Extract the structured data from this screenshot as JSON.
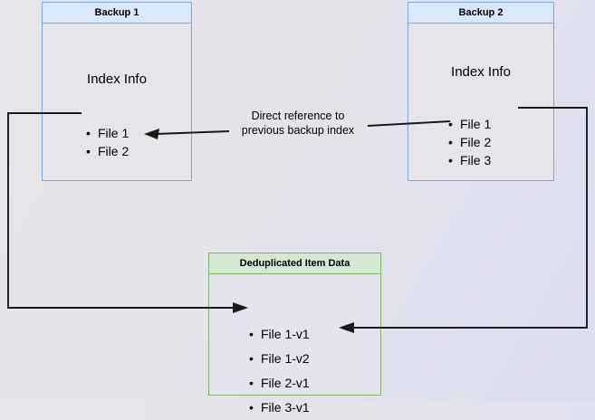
{
  "diagram": {
    "title": "Backup deduplication reference diagram",
    "colors": {
      "blue_header_fill": "#dae8fc",
      "blue_border": "#7ea6d9",
      "green_header_fill": "#d5e8d4",
      "green_border": "#82b366",
      "node_body_fill": "#e7e5ea",
      "arrow_stroke": "#1a1a1a",
      "background_start": "#e7e5e9",
      "background_end": "#dcddee"
    }
  },
  "nodes": {
    "backup1": {
      "header": "Backup 1",
      "subtitle": "Index Info",
      "items": [
        "File 1",
        "File 2"
      ]
    },
    "backup2": {
      "header": "Backup 2",
      "subtitle": "Index Info",
      "items": [
        "File 1",
        "File 2",
        "File 3"
      ]
    },
    "dedup": {
      "header": "Deduplicated Item Data",
      "items": [
        "File 1-v1",
        "File 1-v2",
        "File 2-v1",
        "File 3-v1"
      ]
    }
  },
  "edges": {
    "reference_label": "Direct reference to\nprevious backup index",
    "reference_label_line1": "Direct reference to",
    "reference_label_line2": "previous backup index",
    "list": [
      {
        "name": "backup2-index-to-backup1-index",
        "from": "backup2.items.1",
        "to": "backup1.items.1",
        "label": "Direct reference to previous backup index"
      },
      {
        "name": "backup1-file1-to-dedup-file1v1",
        "from": "backup1.items.0",
        "to": "dedup.items.0",
        "label": ""
      },
      {
        "name": "backup2-file1-to-dedup-file1v2",
        "from": "backup2.items.0",
        "to": "dedup.items.1",
        "label": ""
      }
    ]
  }
}
